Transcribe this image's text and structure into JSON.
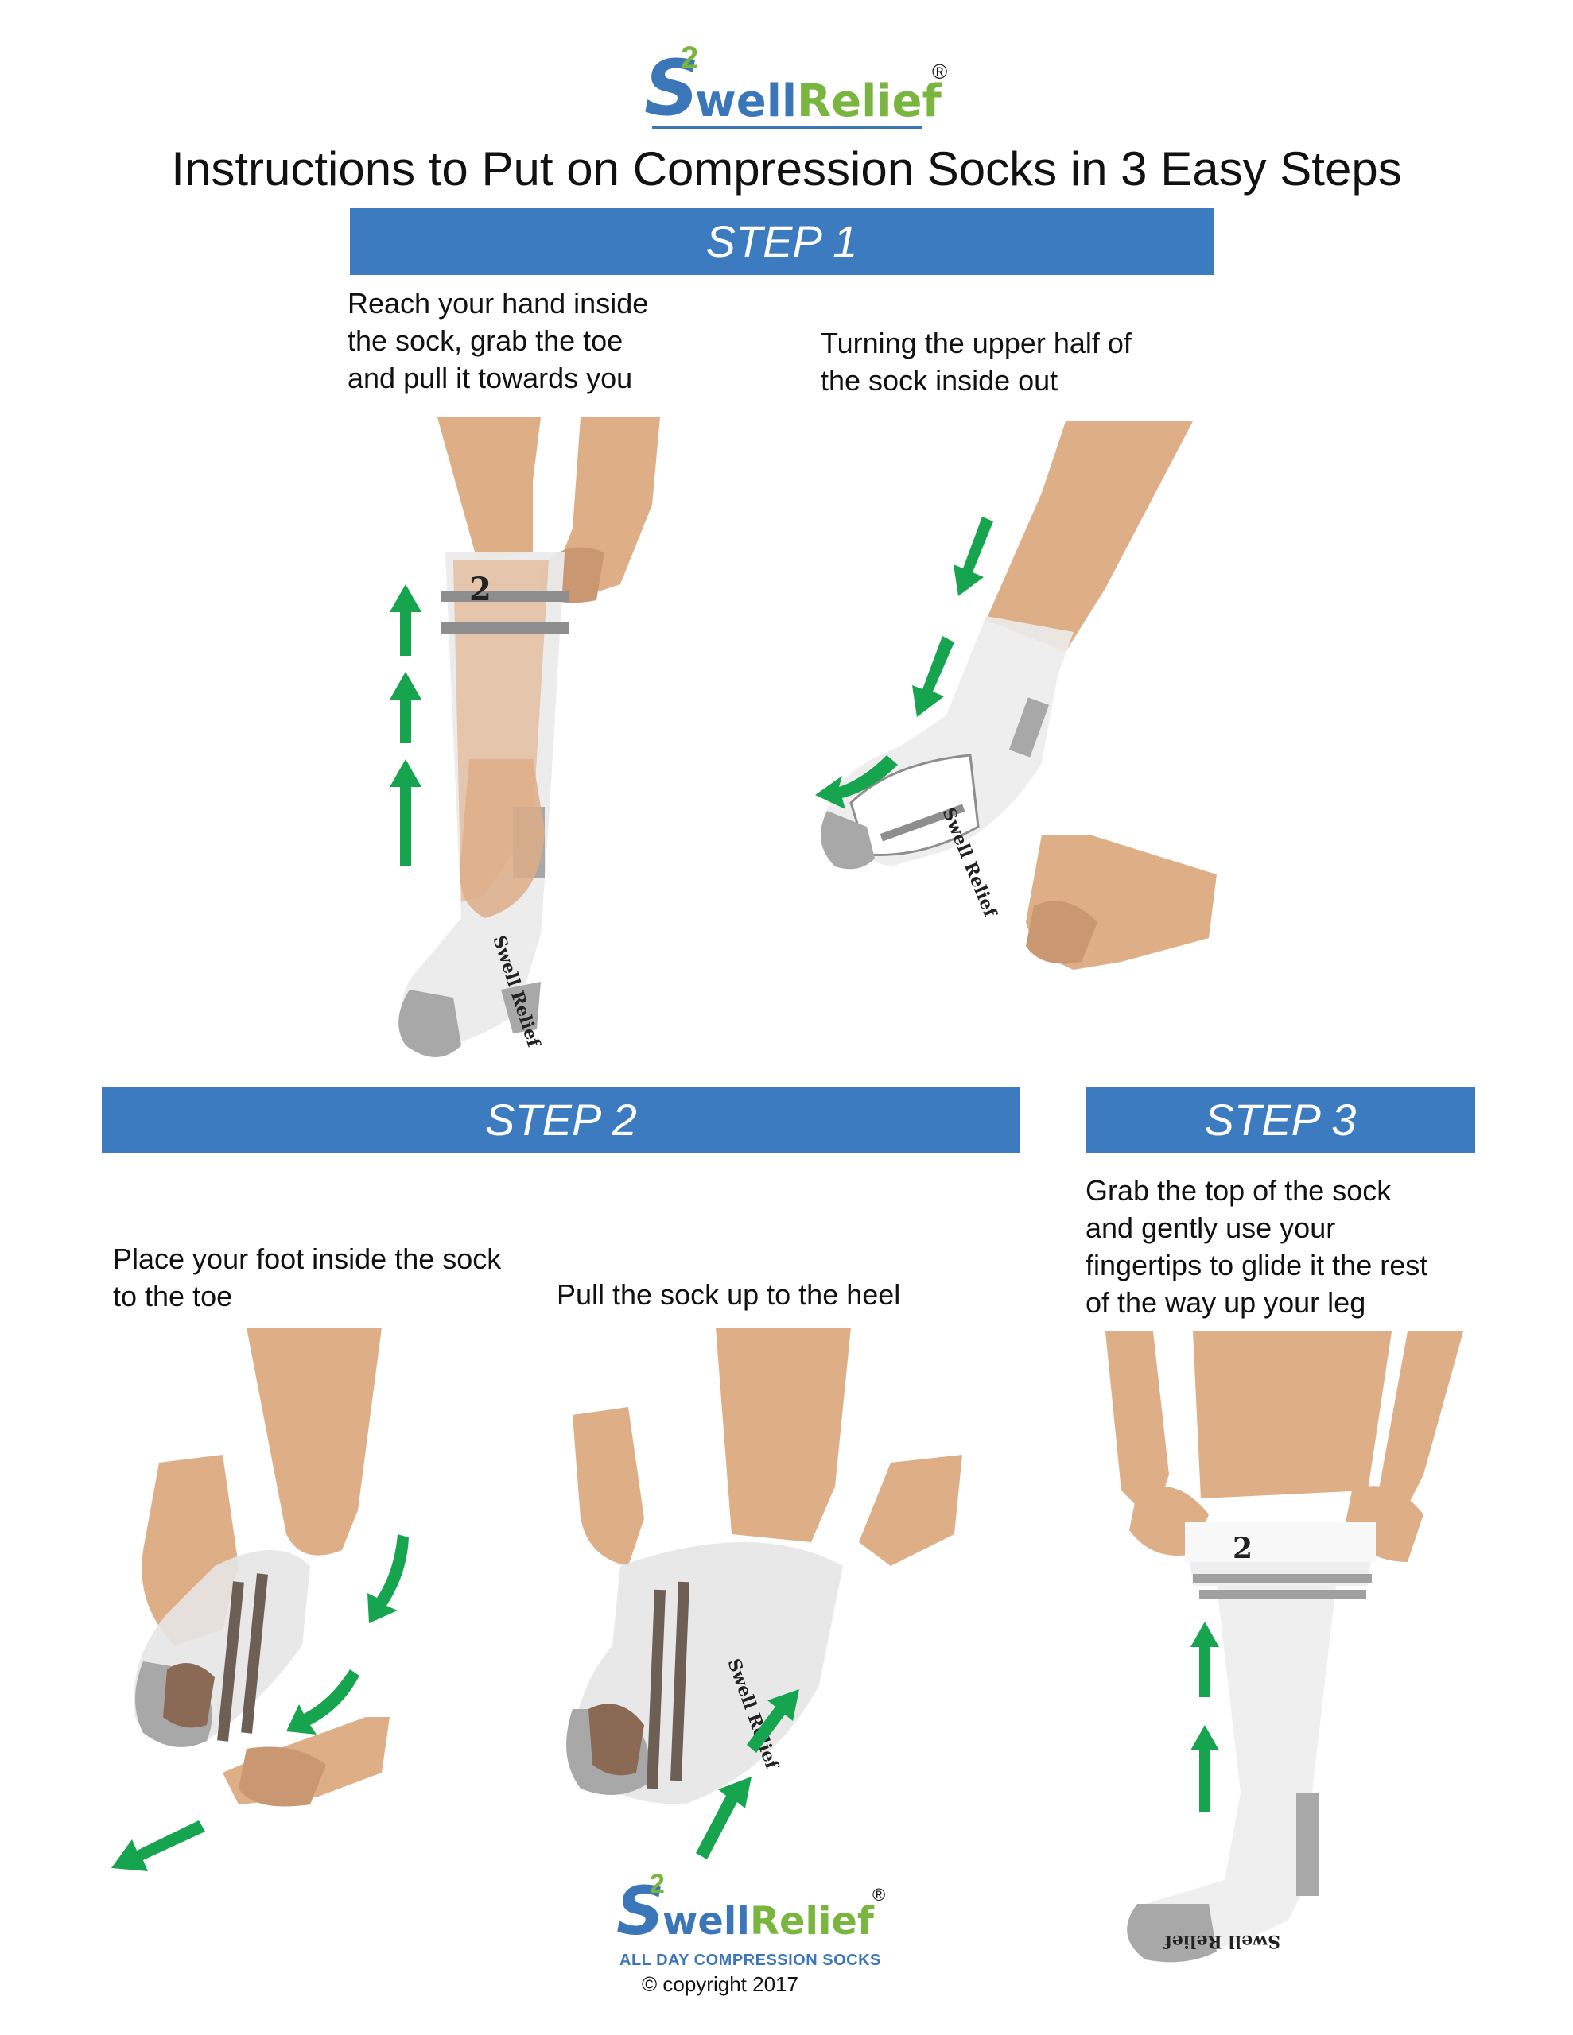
{
  "header": {
    "logo": {
      "text_s": "S",
      "text_two": "2",
      "text_well": "well",
      "text_relief": "Relief",
      "registered": "®"
    },
    "title": "Instructions to Put on Compression Socks in 3 Easy Steps"
  },
  "steps": [
    {
      "banner": "STEP 1",
      "panels": [
        {
          "caption": "Reach your hand inside\nthe sock, grab the toe\nand pull it towards you"
        },
        {
          "caption": "Turning the upper half of\nthe sock inside out"
        }
      ]
    },
    {
      "banner": "STEP 2",
      "panels": [
        {
          "caption": "Place your foot inside the sock\nto the toe"
        },
        {
          "caption": "Pull the sock up to the heel"
        }
      ]
    },
    {
      "banner": "STEP 3",
      "panels": [
        {
          "caption": "Grab the top of the sock\nand gently use your\nfingertips to glide it the rest\nof the way up your leg"
        }
      ]
    }
  ],
  "sock_print": {
    "brand": "Swell Relief",
    "mark": "2"
  },
  "footer": {
    "logo": {
      "text_s": "S",
      "text_two": "2",
      "text_well": "well",
      "text_relief": "Relief",
      "registered": "®"
    },
    "tagline": "ALL DAY COMPRESSION SOCKS",
    "copyright": "© copyright 2017"
  },
  "colors": {
    "banner": "#3d7bc1",
    "skin": "#deae87",
    "skin_dark": "#c99872",
    "sock": "#efefef",
    "sock_gray": "#a8a8a8",
    "arrow": "#16a44e",
    "logo_blue": "#3a76b8",
    "logo_green": "#7ab63f"
  }
}
